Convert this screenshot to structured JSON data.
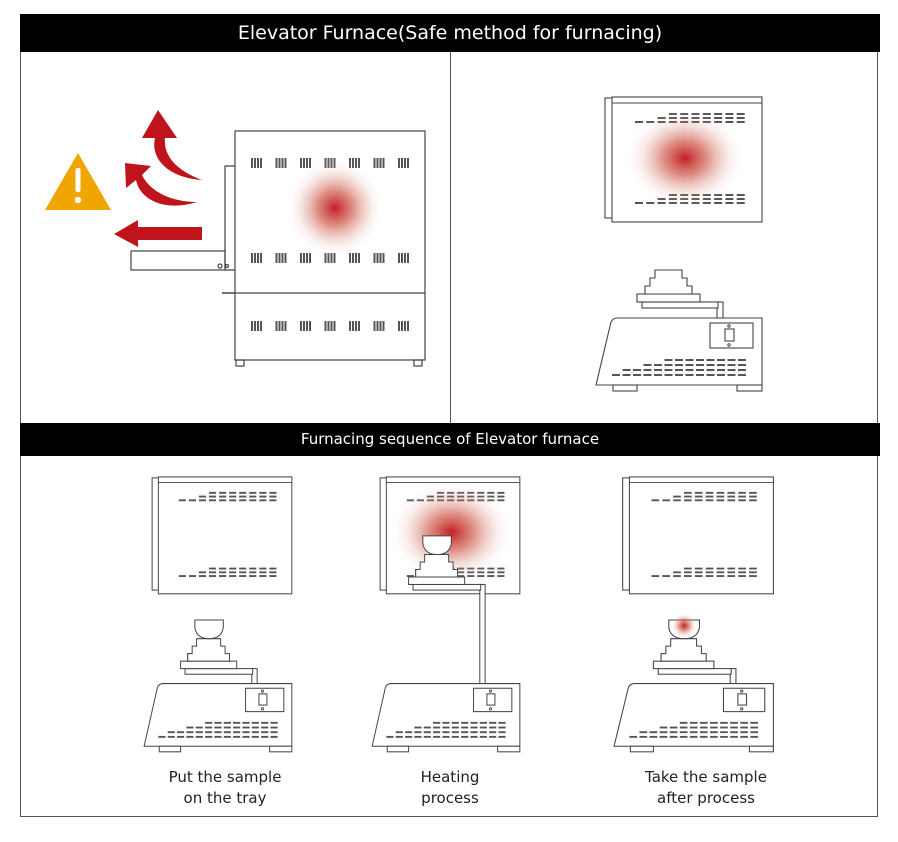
{
  "header": {
    "title": "Elevator Furnace(Safe method for furnacing)"
  },
  "sequence": {
    "title": "Furnacing sequence of Elevator furnace",
    "steps": [
      {
        "line1": "Put the sample",
        "line2": "on the tray"
      },
      {
        "line1": "Heating",
        "line2": "process"
      },
      {
        "line1": "Take the sample",
        "line2": "after process"
      }
    ]
  },
  "colors": {
    "heat": "#c0141c",
    "warning": "#f0a500",
    "line": "#444444"
  },
  "icons": [
    "warning-triangle-icon",
    "heat-arrow-icon"
  ]
}
